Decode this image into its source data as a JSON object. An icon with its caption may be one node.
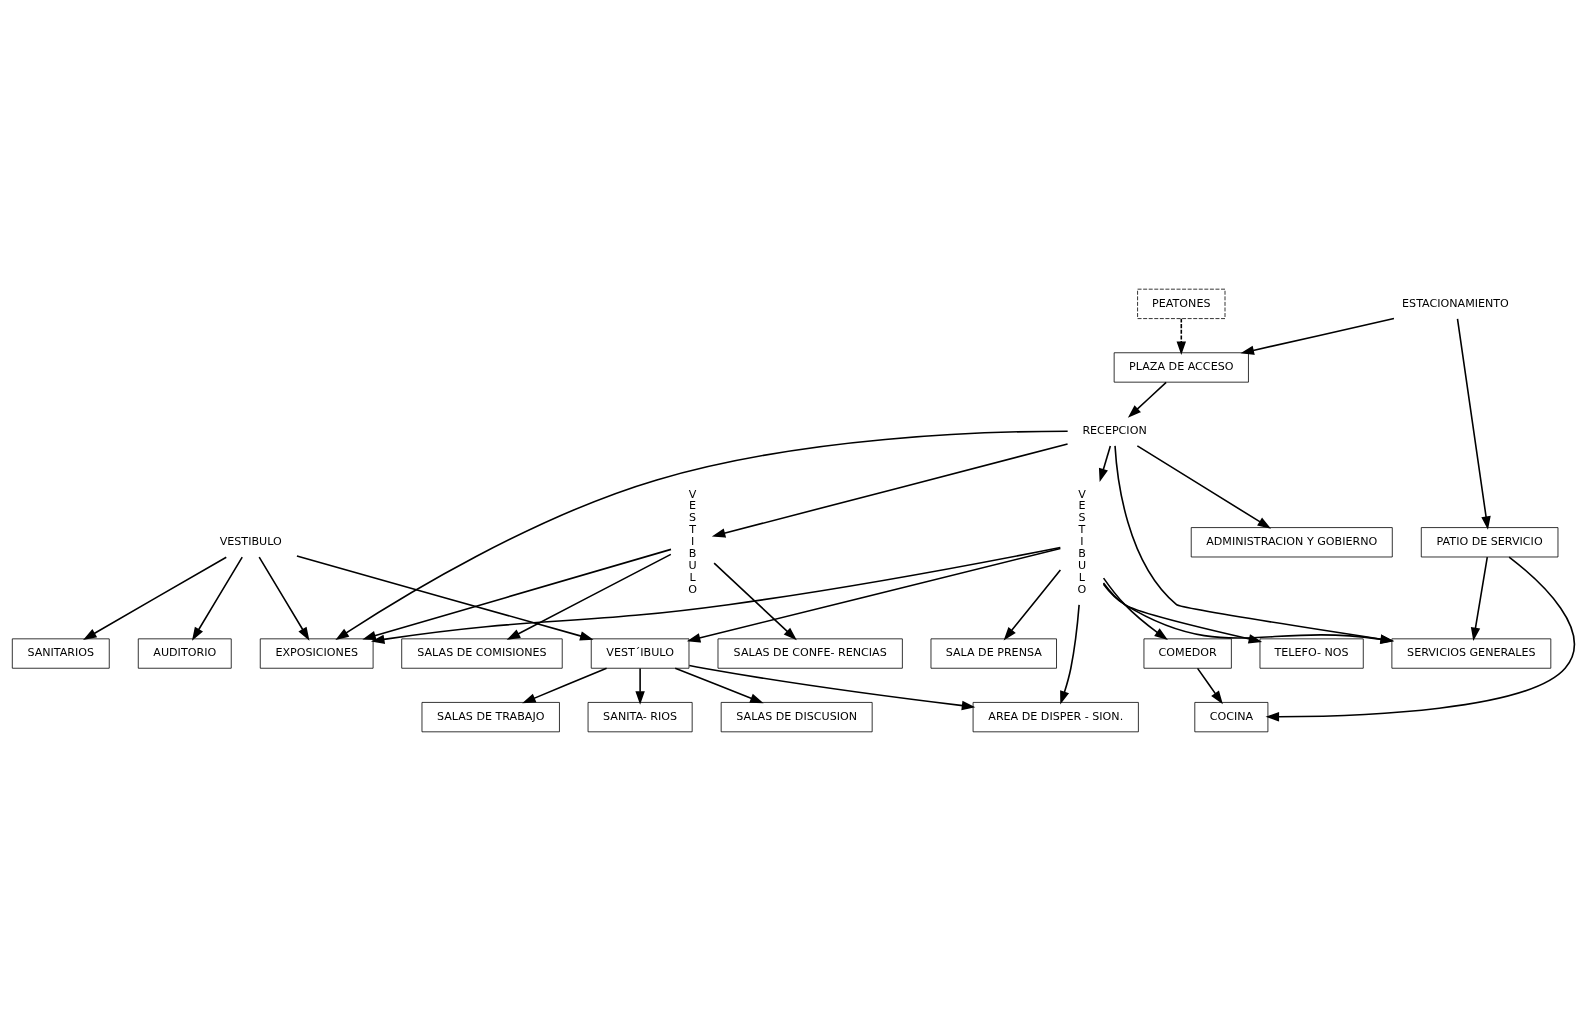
{
  "diagram": {
    "nodes": [
      {
        "text": [
          "SANITARIOS"
        ]
      },
      {
        "text": [
          "AUDITORIO"
        ]
      },
      {
        "text": [
          "SALAS DE DISCUSION"
        ]
      },
      {
        "text": [
          "SALAS DE TRABAJO"
        ]
      },
      {
        "text": [
          "SALAS DE CONFE- RENCIAS"
        ]
      },
      {
        "text": [
          "VESTIBULO"
        ]
      },
      {
        "text": [
          "V E S T I B U L O"
        ]
      },
      {
        "text": [
          "V E S T I B U L O"
        ]
      },
      {
        "text": [
          "VEST´IBULO"
        ]
      },
      {
        "text": [
          "SANITA- RIOS"
        ]
      },
      {
        "text": [
          "AREA DE DISPER - SION."
        ]
      },
      {
        "text": [
          "EXPOSICIONES"
        ]
      },
      {
        "text": [
          "COMEDOR"
        ]
      },
      {
        "text": [
          "COCINA"
        ]
      },
      {
        "text": [
          "PATIO DE SERVICIO"
        ]
      },
      {
        "text": [
          "SALAS DE COMISIONES"
        ]
      },
      {
        "text": [
          "RECEPCION"
        ]
      },
      {
        "text": [
          "TELEFO- NOS"
        ]
      },
      {
        "text": [
          "SALA DE PRENSA"
        ]
      },
      {
        "text": [
          "ADMINISTRACION Y GOBIERNO"
        ]
      },
      {
        "text": [
          "SERVICIOS GENERALES"
        ]
      },
      {
        "text": [
          "ESTACIONAMIENTO"
        ]
      },
      {
        "text": [
          "PEATONES"
        ]
      },
      {
        "text": [
          "PLAZA DE ACCESO"
        ]
      }
    ],
    "edges": [
      {
        "from": 5,
        "to": 0,
        "arrow": "to"
      },
      {
        "from": 5,
        "to": 1,
        "arrow": "to"
      },
      {
        "from": 5,
        "to": 11,
        "arrow": "to"
      },
      {
        "from": 6,
        "to": 4,
        "arrow": "to"
      },
      {
        "from": 6,
        "to": 11,
        "arrow": "to"
      },
      {
        "from": 7,
        "to": 11,
        "arrow": "to"
      },
      {
        "from": 6,
        "to": 15,
        "arrow": "to"
      },
      {
        "from": 16,
        "to": 11,
        "arrow": "to"
      },
      {
        "from": 16,
        "to": 6,
        "arrow": "to"
      },
      {
        "from": 16,
        "to": 7,
        "arrow": "to"
      },
      {
        "from": 23,
        "to": 16,
        "arrow": "to"
      },
      {
        "from": 22,
        "to": 23,
        "arrow": "to",
        "style": "dashed"
      },
      {
        "from": 21,
        "to": 23,
        "arrow": "to"
      },
      {
        "from": 21,
        "to": 14,
        "arrow": "to"
      },
      {
        "from": 5,
        "to": 8,
        "arrow": "to"
      },
      {
        "from": 7,
        "to": 8,
        "arrow": "to"
      },
      {
        "from": 7,
        "to": 10,
        "arrow": "to"
      },
      {
        "from": 7,
        "to": 12,
        "arrow": "to"
      },
      {
        "from": 8,
        "to": 2,
        "arrow": "to"
      },
      {
        "from": 8,
        "to": 3,
        "arrow": "to"
      },
      {
        "from": 8,
        "to": 10,
        "arrow": "to"
      },
      {
        "from": 8,
        "to": 9,
        "arrow": "to"
      },
      {
        "from": 12,
        "to": 13,
        "arrow": "to"
      },
      {
        "from": 14,
        "to": 13,
        "arrow": "to"
      },
      {
        "from": 14,
        "to": 20,
        "arrow": "to"
      },
      {
        "from": 7,
        "to": 20,
        "arrow": "to"
      },
      {
        "from": 7,
        "to": 17,
        "arrow": "to"
      },
      {
        "from": 7,
        "to": 18,
        "arrow": "to"
      },
      {
        "from": 16,
        "to": 19,
        "arrow": "to"
      },
      {
        "from": 16,
        "to": 20,
        "arrow": "to"
      }
    ]
  }
}
